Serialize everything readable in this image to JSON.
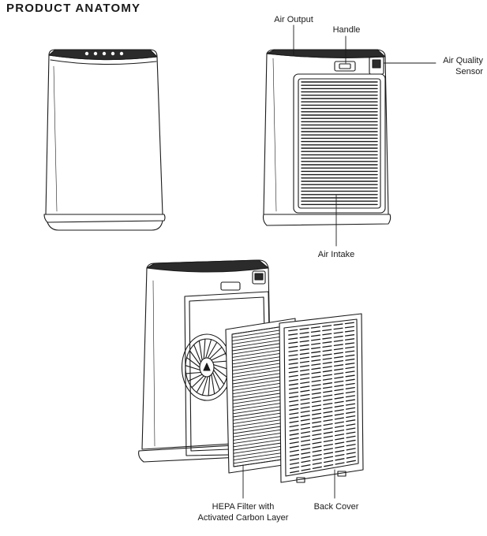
{
  "title": "PRODUCT ANATOMY",
  "labels": {
    "air_output": "Air Output",
    "handle": "Handle",
    "air_quality_sensor_line1": "Air Quality",
    "air_quality_sensor_line2": "Sensor",
    "air_intake": "Air Intake",
    "hepa_filter_line1": "HEPA Filter with",
    "hepa_filter_line2": "Activated Carbon Layer",
    "back_cover": "Back Cover"
  },
  "colors": {
    "line": "#1a1a1a",
    "top_panel": "#2b2b2b",
    "background": "#ffffff"
  }
}
